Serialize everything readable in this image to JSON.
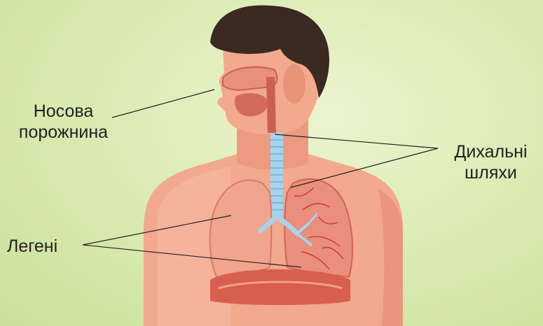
{
  "labels": {
    "nasal_cavity": {
      "line1": "Носова",
      "line2": "порожнина"
    },
    "airways": {
      "line1": "Дихальні",
      "line2": "шляхи"
    },
    "lungs": "Легені"
  },
  "colors": {
    "background": "#d6e8a8",
    "skin": "#f2a98e",
    "skin_shadow": "#e2846a",
    "hair": "#3a2a22",
    "trachea": "#a7d4ec",
    "lung_left": "#f1a58c",
    "lung_right": "#e98f7b",
    "vessels": "#c43a35",
    "diaphragm": "#d85f4f",
    "leader_line": "#231f20"
  }
}
